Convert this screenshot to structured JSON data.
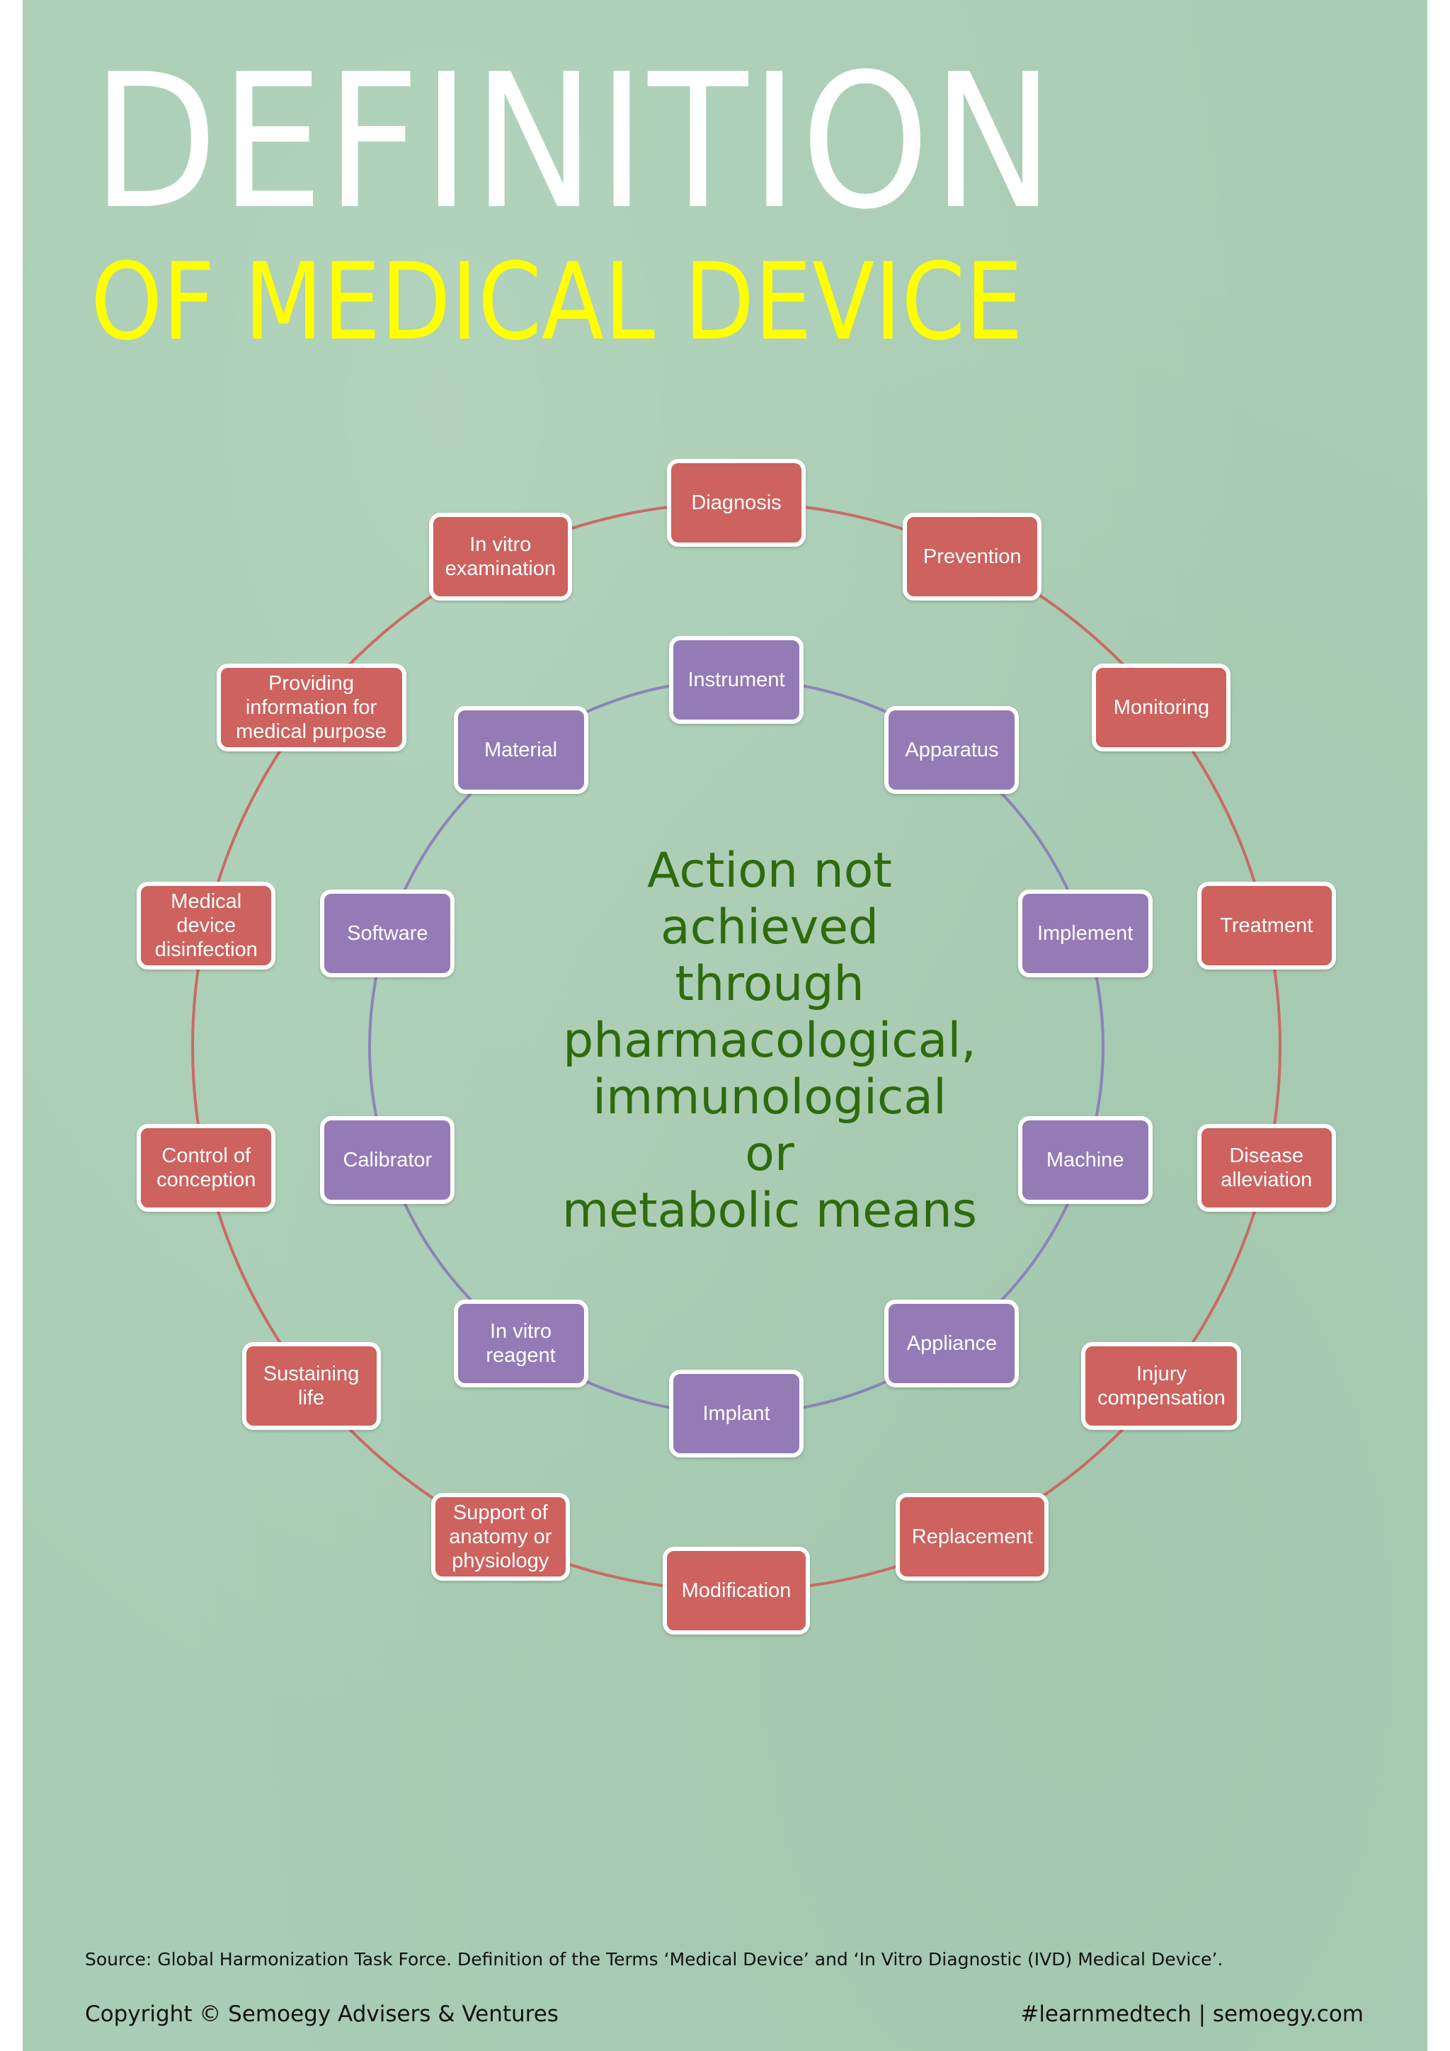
{
  "title": {
    "main": "DEFINITION",
    "sub": "OF MEDICAL DEVICE"
  },
  "diagram": {
    "center_text": "Action not\nachieved\nthrough\npharmacological,\nimmunological\nor\nmetabolic means",
    "outer_ring": [
      "Diagnosis",
      "Prevention",
      "Monitoring",
      "Treatment",
      "Disease\nalleviation",
      "Injury\ncompensation",
      "Replacement",
      "Modification",
      "Support of\nanatomy or\nphysiology",
      "Sustaining\nlife",
      "Control of\nconception",
      "Medical\ndevice\ndisinfection",
      "Providing\ninformation for\nmedical purpose",
      "In vitro\nexamination"
    ],
    "inner_ring": [
      "Instrument",
      "Apparatus",
      "Implement",
      "Machine",
      "Appliance",
      "Implant",
      "In vitro\nreagent",
      "Calibrator",
      "Software",
      "Material"
    ],
    "colors": {
      "outer_node": "#cd625e",
      "outer_line": "#c96a63",
      "inner_node": "#947bb6",
      "inner_line": "#8d82b8",
      "center_text": "#2e6b0c",
      "title_main": "#ffffff",
      "title_sub": "#ffff00",
      "background": "#a9cdb4"
    }
  },
  "footer": {
    "source": "Source: Global Harmonization Task Force. Definition of the Terms ‘Medical Device’ and ‘In Vitro Diagnostic (IVD) Medical Device’.",
    "copyright": "Copyright © Semoegy Advisers & Ventures",
    "tagline": "#learnmedtech | semoegy.com"
  }
}
